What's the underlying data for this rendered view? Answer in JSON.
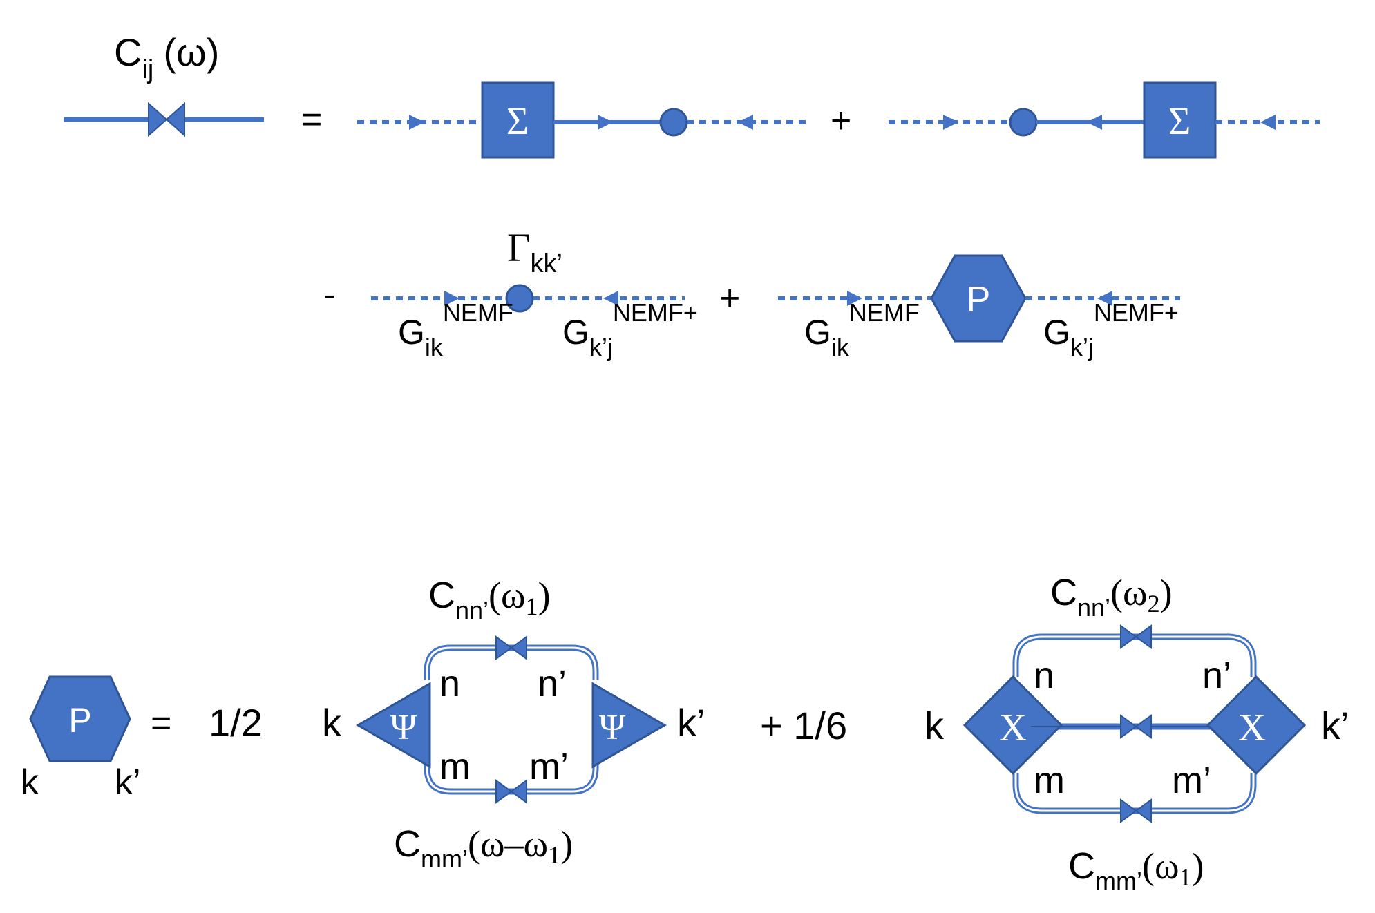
{
  "colors": {
    "accent": "#4472c4",
    "stroke": "#2f5597",
    "text": "#000000",
    "symbol_text": "#ffffff"
  },
  "equation1": {
    "lhs": {
      "label_main": "C",
      "label_sub": "ij",
      "label_arg": "(ω)"
    },
    "equals": "=",
    "plus": "+",
    "sigma_left": "Σ",
    "sigma_right": "Σ"
  },
  "equation2": {
    "minus": "-",
    "plus": "+",
    "gamma": {
      "main": "Γ",
      "sub": "kk’"
    },
    "term1": {
      "g_left": {
        "main": "G",
        "sub": "ik",
        "sup": "NEMF"
      },
      "g_right": {
        "main": "G",
        "sub": "k’j",
        "sup": "NEMF+"
      }
    },
    "term2": {
      "hex_label": "P",
      "g_left": {
        "main": "G",
        "sub": "ik",
        "sup": "NEMF"
      },
      "g_right": {
        "main": "G",
        "sub": "k’j",
        "sup": "NEMF+"
      }
    }
  },
  "equation3": {
    "lhs": {
      "hex_label": "P",
      "k": "k",
      "kp": "k’"
    },
    "equals": "=",
    "coef1": "1/2",
    "coef2": "+ 1/6",
    "diagram1": {
      "k": "k",
      "kp": "k’",
      "psi_left": "Ψ",
      "psi_right": "Ψ",
      "n": "n",
      "np": "n’",
      "m": "m",
      "mp": "m’",
      "top": {
        "main": "C",
        "sub": "nn’",
        "arg_open": "(ω",
        "arg_sub": "1",
        "arg_close": ")"
      },
      "bottom": {
        "main": "C",
        "sub": "mm’",
        "arg_open": "(ω–ω",
        "arg_sub": "1",
        "arg_close": ")"
      }
    },
    "diagram2": {
      "k": "k",
      "kp": "k’",
      "x_left": "X",
      "x_right": "X",
      "n": "n",
      "np": "n’",
      "m": "m",
      "mp": "m’",
      "top": {
        "main": "C",
        "sub": "nn’",
        "arg_open": "(ω",
        "arg_sub": "2",
        "arg_close": ")"
      },
      "bottom": {
        "main": "C",
        "sub": "mm’",
        "arg_open": "(ω",
        "arg_sub": "1",
        "arg_close": ")"
      }
    }
  }
}
